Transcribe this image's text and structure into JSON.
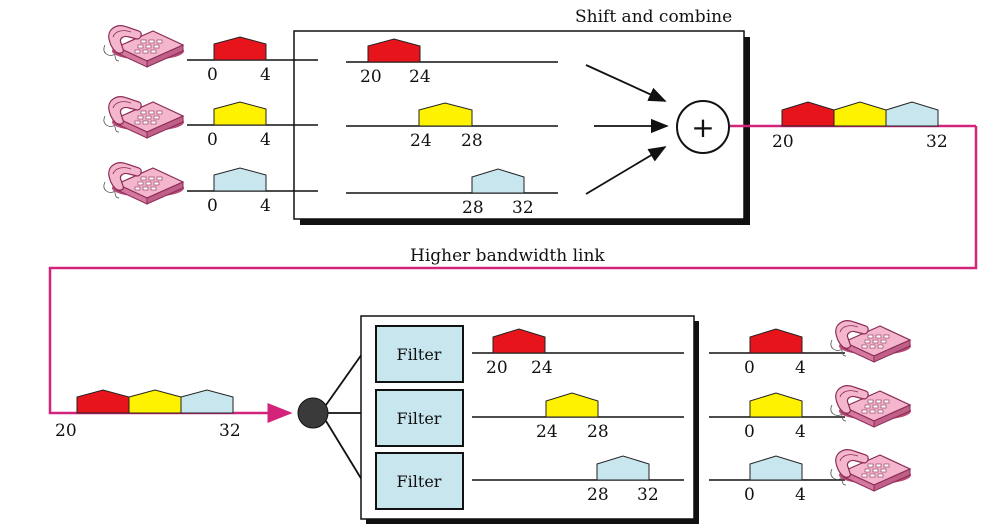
{
  "captions": {
    "shift_and_combine": "Shift and combine",
    "higher_bandwidth_link": "Higher bandwidth link"
  },
  "sources": [
    {
      "low": "0",
      "high": "4"
    },
    {
      "low": "0",
      "high": "4"
    },
    {
      "low": "0",
      "high": "4"
    }
  ],
  "shifted": [
    {
      "low": "20",
      "high": "24"
    },
    {
      "low": "24",
      "high": "28"
    },
    {
      "low": "28",
      "high": "32"
    }
  ],
  "combined": {
    "low": "20",
    "high": "32"
  },
  "adder_symbol": "+",
  "received": {
    "low": "20",
    "high": "32"
  },
  "filter_label": "Filter",
  "filtered": [
    {
      "low": "20",
      "high": "24"
    },
    {
      "low": "24",
      "high": "28"
    },
    {
      "low": "28",
      "high": "32"
    }
  ],
  "outputs": [
    {
      "low": "0",
      "high": "4"
    },
    {
      "low": "0",
      "high": "4"
    },
    {
      "low": "0",
      "high": "4"
    }
  ],
  "channel_colors": [
    "#e8141b",
    "#fff200",
    "#c8e6ee"
  ],
  "link_color": "#d4237a",
  "filter_fill": "#c8e6ee"
}
